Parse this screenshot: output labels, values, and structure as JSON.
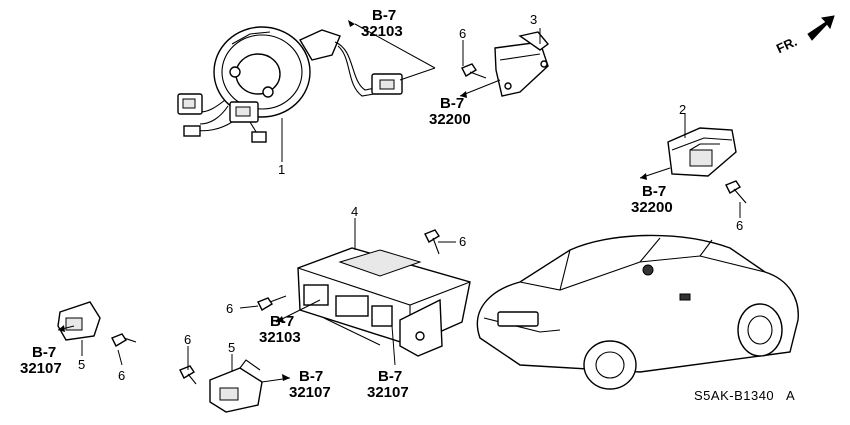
{
  "direction": {
    "label": "FR."
  },
  "callouts": [
    {
      "id": "c1",
      "ref": "B-7",
      "code": "32103"
    },
    {
      "id": "c2",
      "ref": "B-7",
      "code": "32200"
    },
    {
      "id": "c3",
      "ref": "B-7",
      "code": "32200"
    },
    {
      "id": "c4",
      "ref": "B-7",
      "code": "32103"
    },
    {
      "id": "c5",
      "ref": "B-7",
      "code": "32107"
    },
    {
      "id": "c6",
      "ref": "B-7",
      "code": "32107"
    },
    {
      "id": "c7",
      "ref": "B-7",
      "code": "32107"
    }
  ],
  "part_numbers": {
    "p1": "1",
    "p2": "2",
    "p3": "3",
    "p4": "4",
    "p5a": "5",
    "p5b": "5",
    "p6a": "6",
    "p6b": "6",
    "p6c": "6",
    "p6d": "6",
    "p6e": "6",
    "p6f": "6"
  },
  "diagram_code": "S5AK-B1340",
  "diagram_suffix": "A"
}
